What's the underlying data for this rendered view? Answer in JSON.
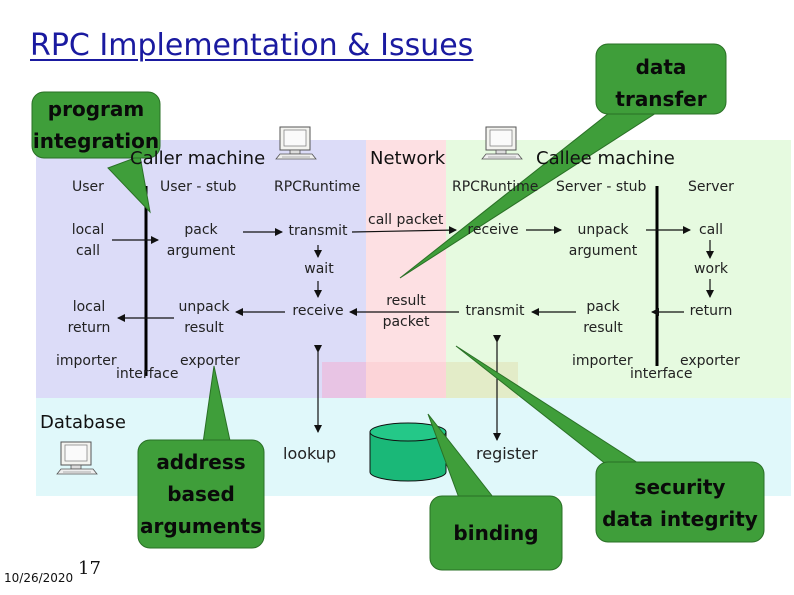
{
  "title": "RPC Implementation & Issues",
  "sections": {
    "caller_machine": "Caller machine",
    "network": "Network",
    "callee_machine": "Callee machine",
    "database": "Database"
  },
  "columns": {
    "user": "User",
    "user_stub": "User - stub",
    "rpc_runtime_caller": "RPCRuntime",
    "rpc_runtime_callee": "RPCRuntime",
    "server_stub": "Server - stub",
    "server": "Server"
  },
  "caller_steps": {
    "local_call": "local\ncall",
    "pack_argument": "pack\nargument",
    "transmit": "transmit",
    "wait": "wait",
    "local_return": "local\nreturn",
    "unpack_result": "unpack\nresult",
    "receive": "receive",
    "importer": "importer",
    "interface": "interface",
    "exporter": "exporter"
  },
  "network_steps": {
    "call_packet": "call packet",
    "result_packet": "result\npacket"
  },
  "callee_steps": {
    "receive": "receive",
    "unpack_argument": "unpack\nargument",
    "call": "call",
    "work": "work",
    "transmit": "transmit",
    "pack_result": "pack\nresult",
    "return": "return",
    "importer": "importer",
    "interface": "interface",
    "exporter": "exporter"
  },
  "database_steps": {
    "lookup": "lookup",
    "register": "register"
  },
  "callouts": {
    "program_integration": "program\nintegration",
    "data_transfer": "data\ntransfer",
    "address_based_arguments": "address\nbased\narguments",
    "binding": "binding",
    "security_data_integrity": "security\ndata integrity"
  },
  "footer": {
    "date": "10/26/2020",
    "page": "17"
  },
  "colors": {
    "caller_bg": "#dcdcf8",
    "network_bg": "#fde0e3",
    "callee_bg": "#e6fae0",
    "database_bg": "#e0f8fa",
    "callout_fill": "#3f9e3a",
    "callout_stroke": "#2a7026",
    "title": "#1a1aa0",
    "cylinder": "#1ab878"
  },
  "icons": [
    "computer-icon",
    "database-cylinder-icon"
  ]
}
